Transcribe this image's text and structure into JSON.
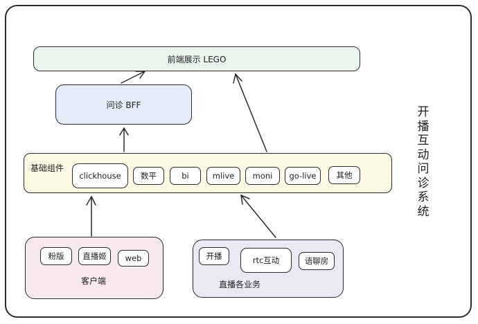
{
  "title_vertical": [
    "开",
    "播",
    "互",
    "动",
    "问",
    "诊",
    "系",
    "统"
  ],
  "front": {
    "label": "前端展示 LEGO"
  },
  "bff": {
    "label": "问诊 BFF"
  },
  "base": {
    "label": "基础组件",
    "items": [
      "clickhouse",
      "数平",
      "bi",
      "mlive",
      "moni",
      "go-live",
      "其他"
    ]
  },
  "client": {
    "label": "客户端",
    "items": [
      "粉版",
      "直播姬",
      "web"
    ]
  },
  "live_business": {
    "label": "直播各业务",
    "items": [
      "开播",
      "rtc互动",
      "语聊房"
    ]
  },
  "colors": {
    "front_fill": "#eaf5ee",
    "bff_fill": "#e3ecf7",
    "base_fill": "#fbf8e4",
    "client_fill": "#f7e9ef",
    "live_fill": "#ebe8f6",
    "stroke": "#2a2a2a"
  }
}
